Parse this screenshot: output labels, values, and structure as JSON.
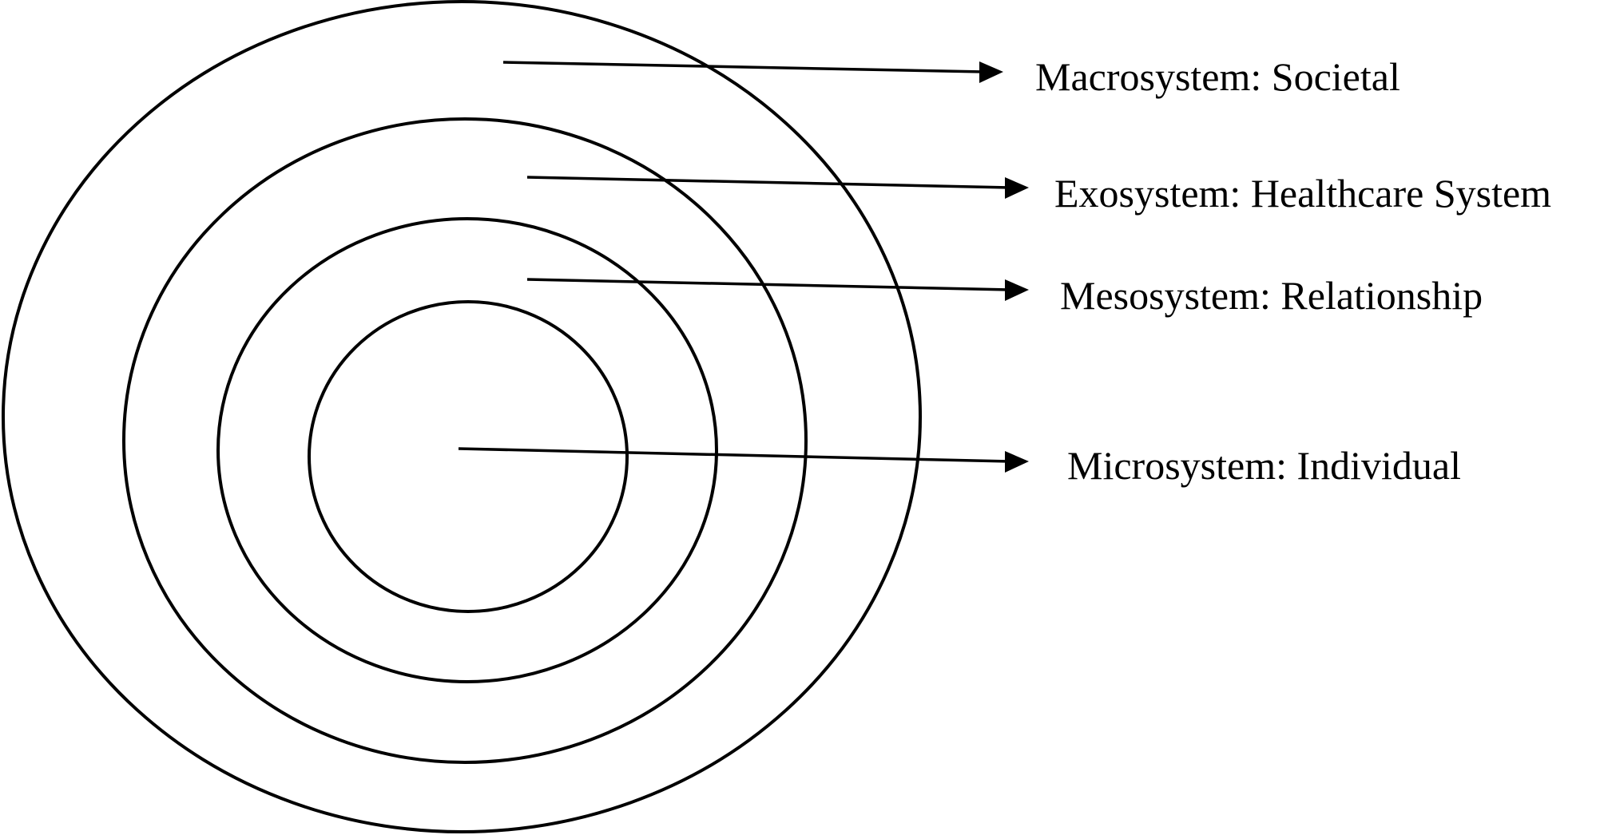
{
  "levels": [
    {
      "label": "Macrosystem: Societal"
    },
    {
      "label": "Exosystem: Healthcare System"
    },
    {
      "label": "Mesosystem: Relationship"
    },
    {
      "label": "Microsystem: Individual"
    }
  ],
  "colors": {
    "stroke": "#000000",
    "text": "#000000",
    "background": "#ffffff"
  }
}
